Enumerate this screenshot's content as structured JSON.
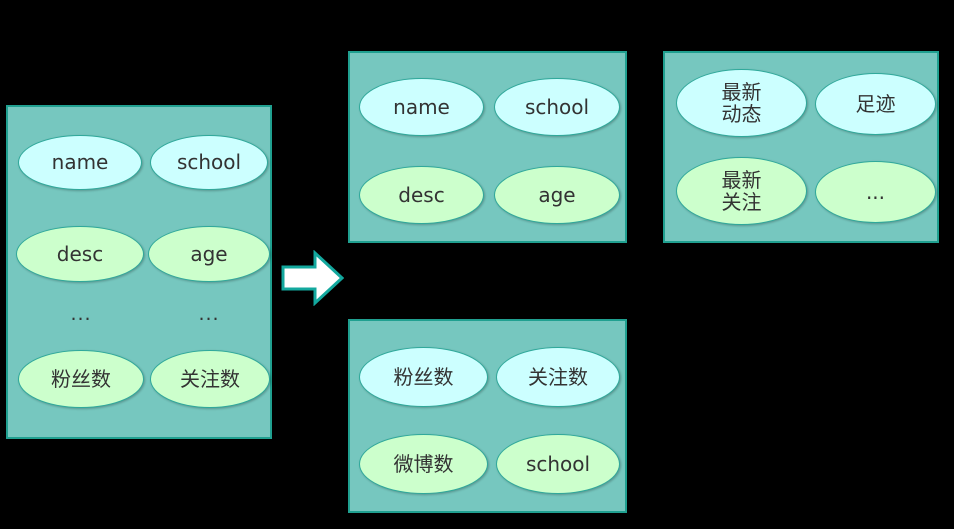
{
  "diagram": {
    "title": "User attribute table split diagram",
    "type": "entity-attribute-split",
    "colors": {
      "canvas_background": "#000000",
      "group_fill": "#76C7BF",
      "group_border": "#20A090",
      "node_fill_primary": "#CCFFFF",
      "node_fill_secondary": "#CCFFCC",
      "node_border": "#2FA99B",
      "text": "#333333",
      "arrow_fill": "#FFFFFF",
      "arrow_border": "#13A89E"
    },
    "arrow": {
      "name": "split-arrow",
      "direction": "right",
      "glyph": "→"
    },
    "groups": [
      {
        "id": "source",
        "role": "original-table",
        "nodes": [
          {
            "label": "name",
            "style": "cyan",
            "kind": "ellipse"
          },
          {
            "label": "school",
            "style": "cyan",
            "kind": "ellipse"
          },
          {
            "label": "desc",
            "style": "green",
            "kind": "ellipse"
          },
          {
            "label": "age",
            "style": "green",
            "kind": "ellipse"
          },
          {
            "label": "...",
            "style": "plain",
            "kind": "text"
          },
          {
            "label": "...",
            "style": "plain",
            "kind": "text"
          },
          {
            "label": "粉丝数",
            "style": "green",
            "kind": "ellipse"
          },
          {
            "label": "关注数",
            "style": "green",
            "kind": "ellipse"
          }
        ]
      },
      {
        "id": "basic",
        "role": "split-table-basic-info",
        "nodes": [
          {
            "label": "name",
            "style": "cyan",
            "kind": "ellipse"
          },
          {
            "label": "school",
            "style": "cyan",
            "kind": "ellipse"
          },
          {
            "label": "desc",
            "style": "green",
            "kind": "ellipse"
          },
          {
            "label": "age",
            "style": "green",
            "kind": "ellipse"
          }
        ]
      },
      {
        "id": "activity",
        "role": "split-table-activity",
        "nodes": [
          {
            "label": "最新\n动态",
            "style": "cyan",
            "kind": "ellipse"
          },
          {
            "label": "足迹",
            "style": "cyan",
            "kind": "ellipse"
          },
          {
            "label": "最新\n关注",
            "style": "green",
            "kind": "ellipse"
          },
          {
            "label": "...",
            "style": "green",
            "kind": "ellipse"
          }
        ]
      },
      {
        "id": "stats",
        "role": "split-table-statistics",
        "nodes": [
          {
            "label": "粉丝数",
            "style": "cyan",
            "kind": "ellipse"
          },
          {
            "label": "关注数",
            "style": "cyan",
            "kind": "ellipse"
          },
          {
            "label": "微博数",
            "style": "green",
            "kind": "ellipse"
          },
          {
            "label": "school",
            "style": "green",
            "kind": "ellipse"
          }
        ]
      }
    ]
  }
}
